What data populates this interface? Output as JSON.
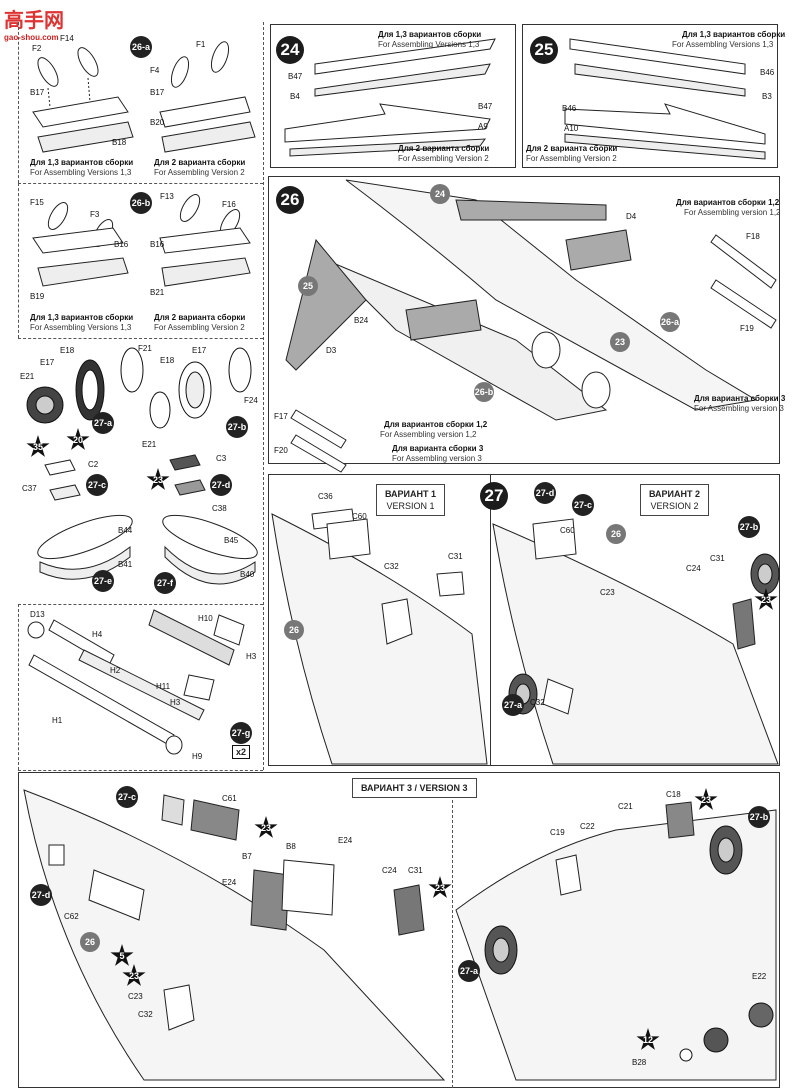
{
  "site": {
    "logo": "高手网",
    "url": "gao-shou.com"
  },
  "steps": {
    "s24": "24",
    "s25": "25",
    "s26": "26",
    "s27": "27"
  },
  "subs": {
    "a26a": "26-a",
    "a26b": "26-b",
    "a27a": "27-a",
    "a27b": "27-b",
    "a27c": "27-c",
    "a27d": "27-d",
    "a27e": "27-e",
    "a27f": "27-f",
    "a27g": "27-g"
  },
  "refs": {
    "r23": "23",
    "r24": "24",
    "r25": "25",
    "r26": "26",
    "r26a": "26-a",
    "r26b": "26-b"
  },
  "stars": {
    "s35": "35",
    "s20": "20",
    "s23": "23",
    "s5": "5",
    "s12": "12"
  },
  "text": {
    "ru13": "Для 1,3 вариантов сборки",
    "en13": "For Assembling Versions 1,3",
    "ru2": "Для 2 варианта сборки",
    "en2": "For Assembling Version 2",
    "ru12": "Для вариантов сборки 1,2",
    "en12": "For Assembling version 1,2",
    "ru3": "Для варианта сборки 3",
    "en3": "For Assembling version 3",
    "v1ru": "ВАРИАНТ 1",
    "v1en": "VERSION 1",
    "v2ru": "ВАРИАНТ 2",
    "v2en": "VERSION 2",
    "v3": "ВАРИАНТ 3 / VERSION 3",
    "x2": "x2"
  },
  "parts": {
    "F2": "F2",
    "F4": "F4",
    "F1": "F1",
    "F14": "F14",
    "B17": "B17",
    "B18": "B18",
    "B20": "B20",
    "F15": "F15",
    "F3": "F3",
    "F13": "F13",
    "F16": "F16",
    "B16": "B16",
    "B19": "B19",
    "B21": "B21",
    "E17": "E17",
    "E18": "E18",
    "E21": "E21",
    "F21": "F21",
    "F24": "F24",
    "C2": "C2",
    "C3": "C3",
    "C37": "C37",
    "C38": "C38",
    "B44": "B44",
    "B41": "B41",
    "B45": "B45",
    "B40": "B40",
    "D13": "D13",
    "H4": "H4",
    "H10": "H10",
    "H3": "H3",
    "H2": "H2",
    "H11": "H11",
    "H1": "H1",
    "H9": "H9",
    "B47": "B47",
    "B4": "B4",
    "A9": "A9",
    "B46": "B46",
    "B3": "B3",
    "A10": "A10",
    "D4": "D4",
    "F18": "F18",
    "F19": "F19",
    "B24": "B24",
    "D3": "D3",
    "F17": "F17",
    "F20": "F20",
    "C36": "C36",
    "C60": "C60",
    "C32": "C32",
    "C31": "C31",
    "C24": "C24",
    "C23": "C23",
    "C61": "C61",
    "C62": "C62",
    "B7": "B7",
    "B8": "B8",
    "E24": "E24",
    "C18": "C18",
    "C21": "C21",
    "C22": "C22",
    "C19": "C19",
    "E22": "E22",
    "B28": "B28"
  }
}
